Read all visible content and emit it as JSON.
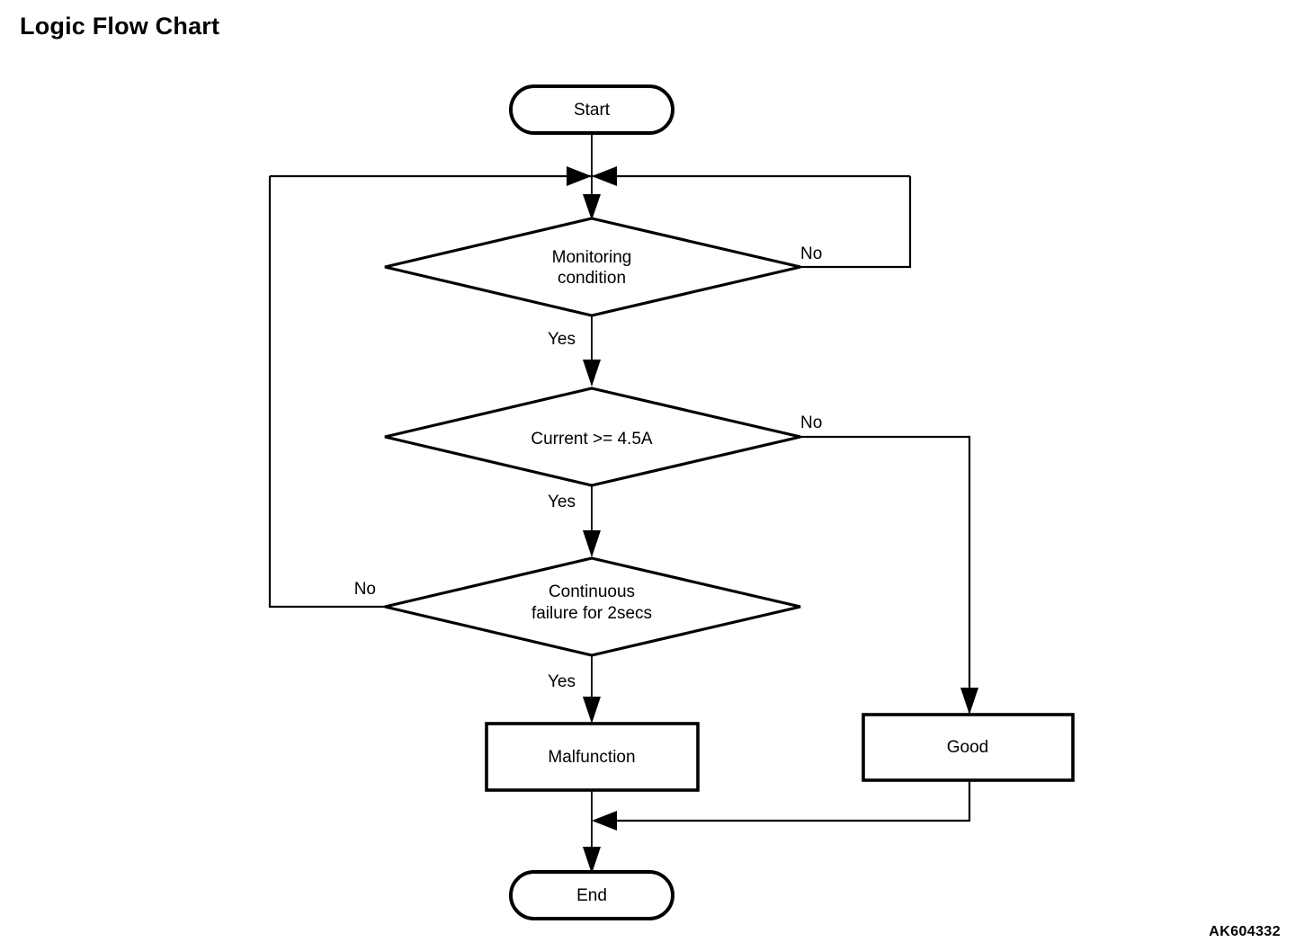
{
  "page": {
    "title": "Logic Flow Chart",
    "reference_code": "AK604332",
    "background_color": "#ffffff",
    "ink_color": "#000000"
  },
  "chart_data": {
    "type": "diagram",
    "diagram_kind": "flowchart",
    "title": "Logic Flow Chart",
    "orientation": "top-to-bottom",
    "nodes": [
      {
        "id": "start",
        "shape": "terminator",
        "label": "Start"
      },
      {
        "id": "monitoring",
        "shape": "decision",
        "label": "Monitoring condition",
        "line1": "Monitoring",
        "line2": "condition"
      },
      {
        "id": "current",
        "shape": "decision",
        "label": "Current >= 4.5A",
        "line1": "Current >= 4.5A",
        "line2": ""
      },
      {
        "id": "continuous",
        "shape": "decision",
        "label": "Continuous failure for 2secs",
        "line1": "Continuous",
        "line2": "failure for 2secs"
      },
      {
        "id": "malfunction",
        "shape": "process",
        "label": "Malfunction"
      },
      {
        "id": "good",
        "shape": "process",
        "label": "Good"
      },
      {
        "id": "end",
        "shape": "terminator",
        "label": "End"
      }
    ],
    "edges": [
      {
        "from": "start",
        "to": "monitoring",
        "label": ""
      },
      {
        "from": "monitoring",
        "to": "current",
        "label": "Yes"
      },
      {
        "from": "monitoring",
        "to": "start-join",
        "label": "No",
        "side": "right"
      },
      {
        "from": "current",
        "to": "continuous",
        "label": "Yes"
      },
      {
        "from": "current",
        "to": "good",
        "label": "No",
        "side": "right"
      },
      {
        "from": "continuous",
        "to": "start-join",
        "label": "No",
        "side": "left"
      },
      {
        "from": "continuous",
        "to": "malfunction",
        "label": "Yes"
      },
      {
        "from": "malfunction",
        "to": "end",
        "label": ""
      },
      {
        "from": "good",
        "to": "end",
        "label": ""
      }
    ],
    "edge_labels": {
      "monitoring_yes": "Yes",
      "monitoring_no": "No",
      "current_yes": "Yes",
      "current_no": "No",
      "continuous_yes": "Yes",
      "continuous_no": "No"
    }
  }
}
